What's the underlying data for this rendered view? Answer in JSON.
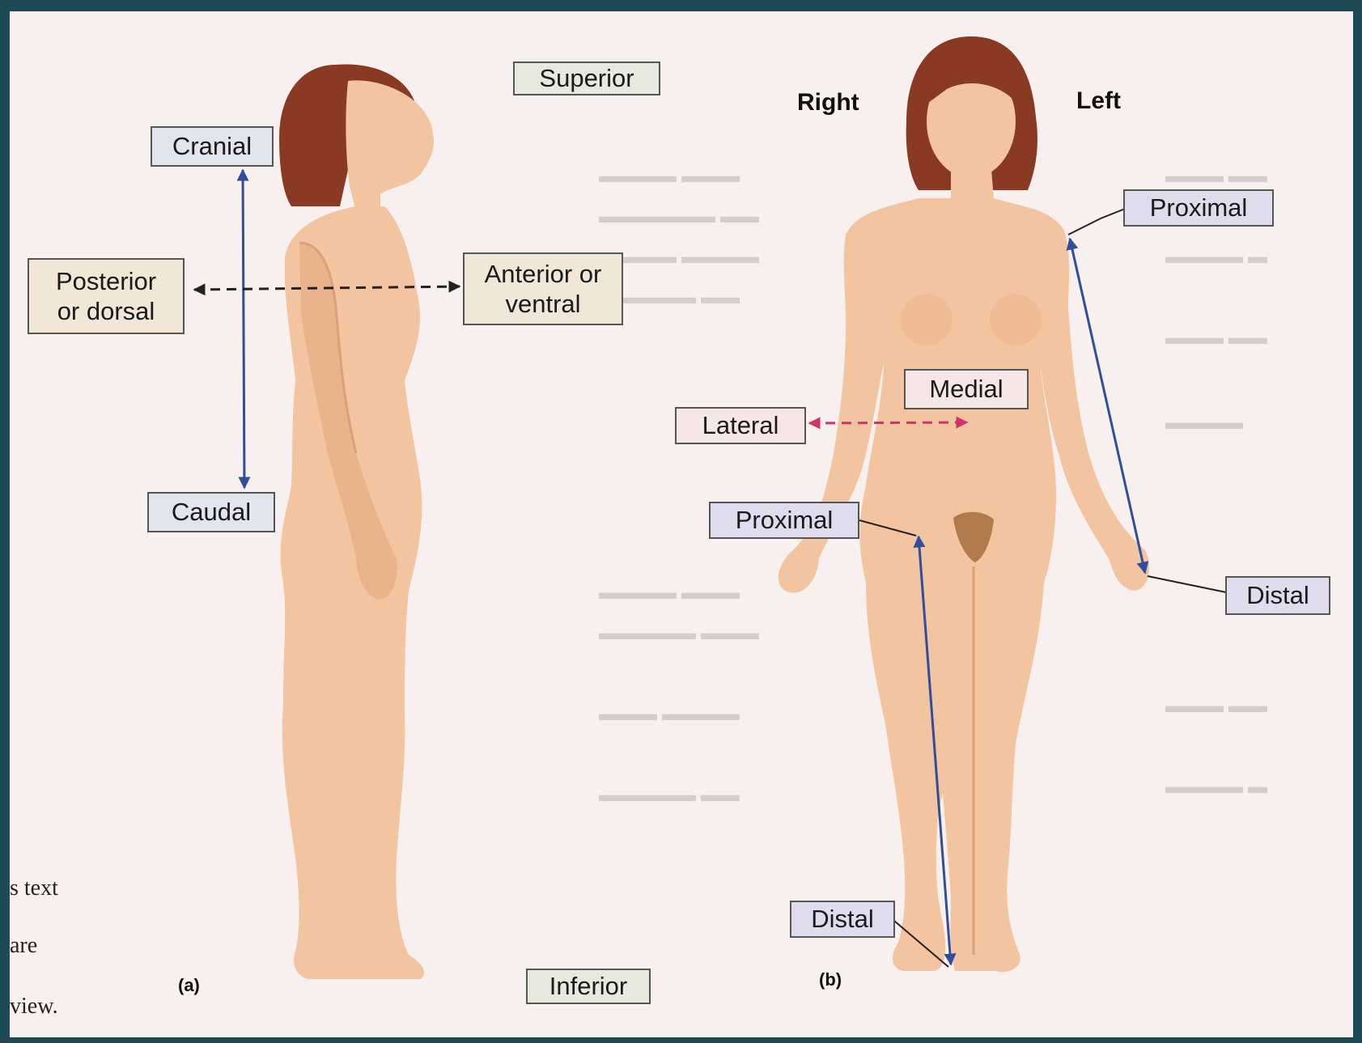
{
  "labels": {
    "superior": "Superior",
    "inferior": "Inferior",
    "cranial": "Cranial",
    "caudal": "Caudal",
    "posterior": "Posterior\nor dorsal",
    "anterior": "Anterior or\nventral",
    "right": "Right",
    "left": "Left",
    "proximal_arm": "Proximal",
    "distal_arm": "Distal",
    "medial": "Medial",
    "lateral": "Lateral",
    "proximal_leg": "Proximal",
    "distal_leg": "Distal",
    "panel_a": "(a)",
    "panel_b": "(b)"
  },
  "background_text": {
    "line1": "s text",
    "line2": "are",
    "line3": "view."
  },
  "colors": {
    "slide_background": "#1d4a56",
    "page": "#f7f0ee",
    "skin": "#f2c49f",
    "hair": "#8a3a22",
    "arrow_blue": "#2f4e9e",
    "arrow_pink": "#d4306a",
    "arrow_black": "#222222"
  }
}
